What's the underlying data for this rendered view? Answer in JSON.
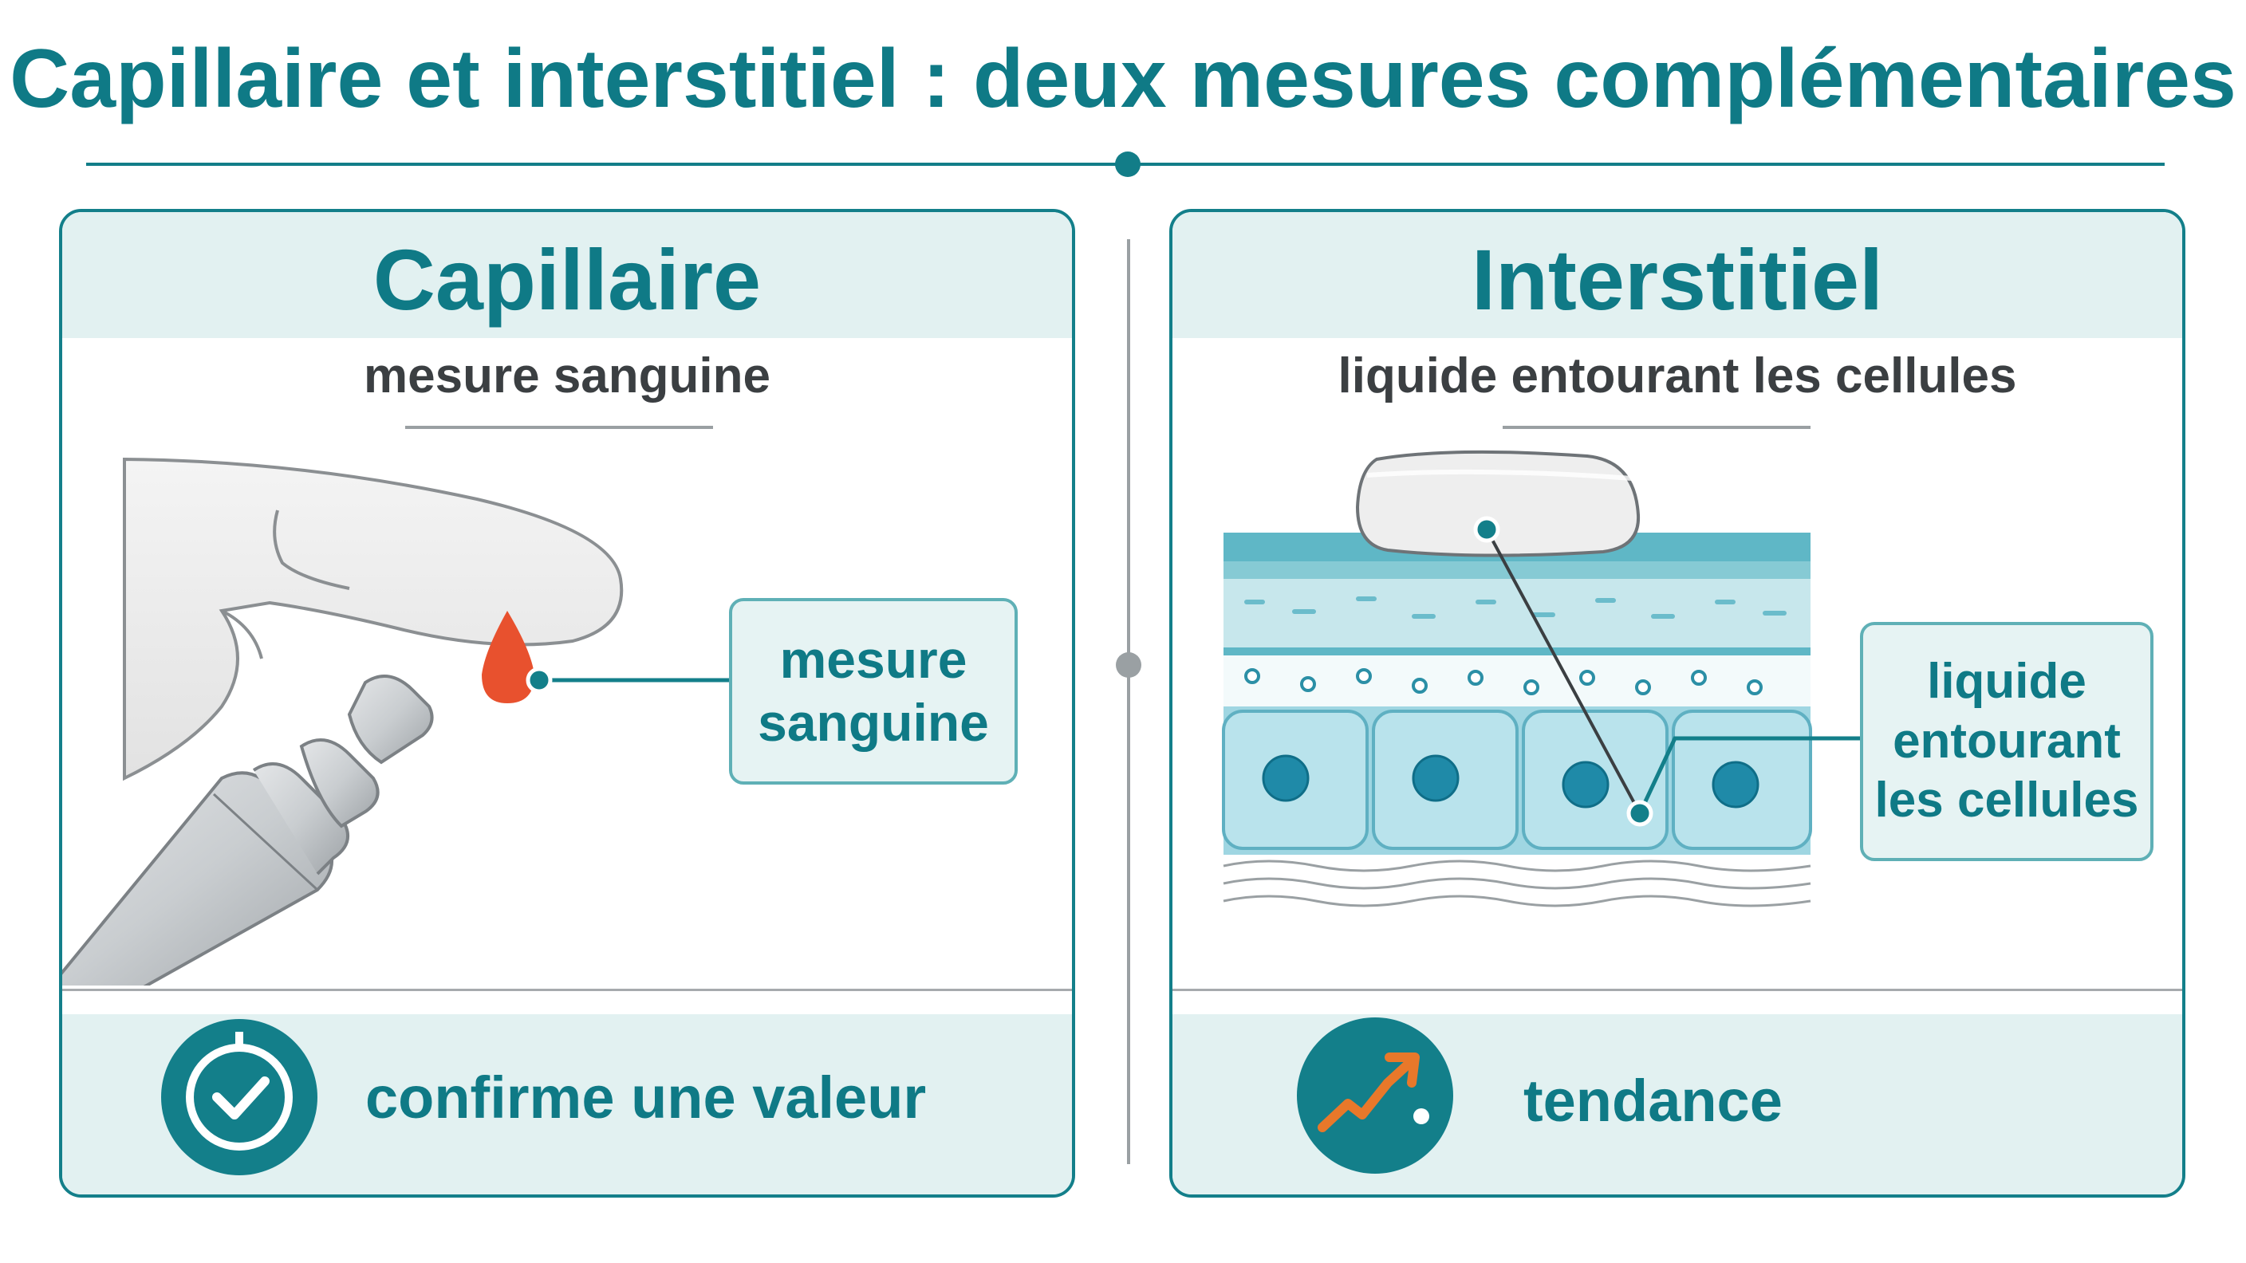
{
  "title": "Capillaire et interstitiel : deux mesures complémentaires",
  "left_panel": {
    "heading": "Capillaire",
    "subtitle": "mesure sanguine",
    "callout": "mesure sanguine",
    "footer": "confirme une valeur",
    "footer_icon": "checkmark-circle-icon"
  },
  "right_panel": {
    "heading": "Interstitiel",
    "subtitle": "liquide entourant les cellules",
    "callout": "liquide entourant les cellules",
    "footer": "tendance",
    "footer_icon": "trend-arrow-icon"
  },
  "colors": {
    "teal": "#0f7a86",
    "light_teal": "#e2f1f1",
    "blood": "#e8512e",
    "trend": "#e8782a",
    "gray": "#9aa0a3"
  }
}
